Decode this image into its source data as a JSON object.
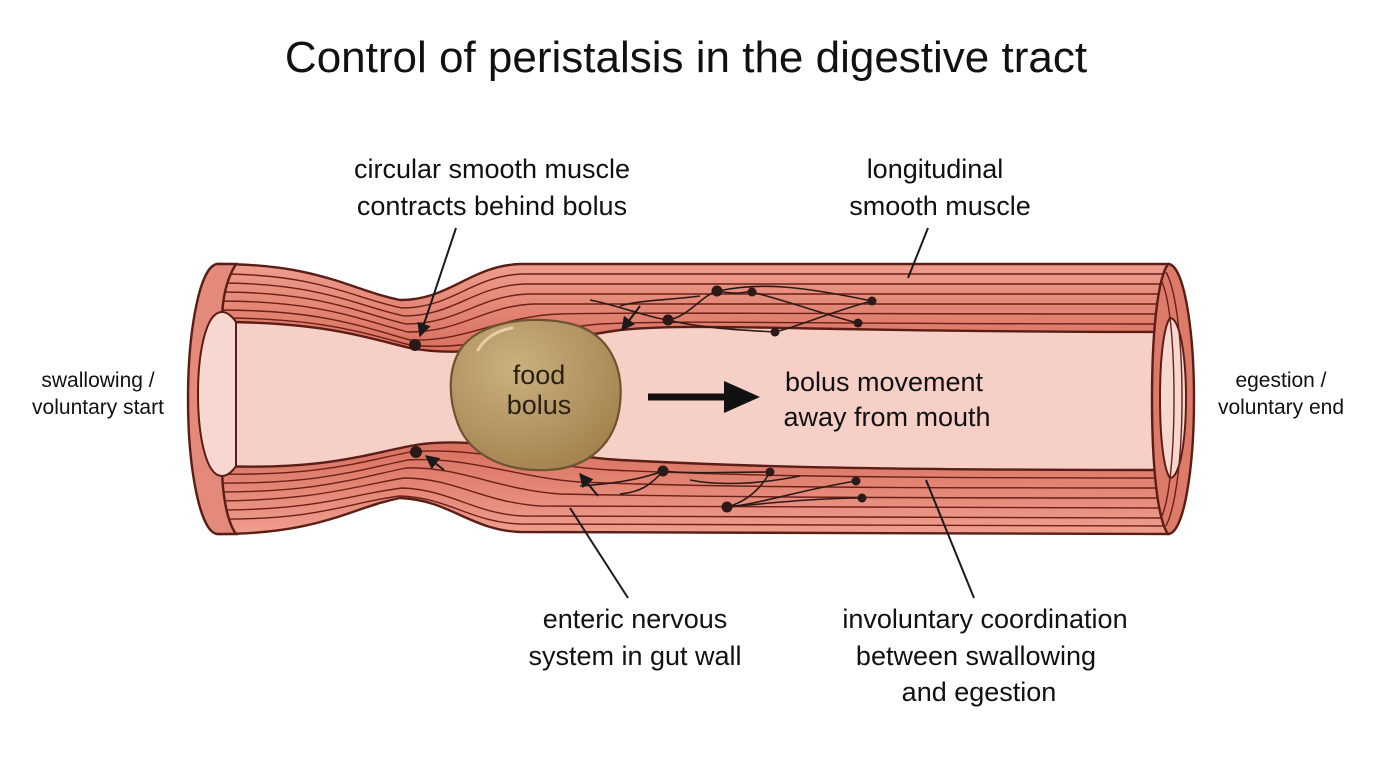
{
  "title": "Control of peristalsis in the digestive tract",
  "labels": {
    "circular_muscle": [
      "circular smooth muscle",
      "contracts behind bolus"
    ],
    "longitudinal_muscle": [
      "longitudinal",
      "smooth muscle"
    ],
    "left_end": [
      "swallowing /",
      "voluntary start"
    ],
    "right_end": [
      "egestion /",
      "voluntary end"
    ],
    "bolus": [
      "food",
      "bolus"
    ],
    "movement": [
      "bolus movement",
      "away from mouth"
    ],
    "enteric": [
      "enteric nervous",
      "system in gut wall"
    ],
    "involuntary": [
      "involuntary coordination",
      "between swallowing",
      "and egestion"
    ]
  },
  "colors": {
    "muscle": "#e48a7a",
    "muscle_dark": "#d9705f",
    "lumen": "#f6cfc6",
    "outline": "#5a1e16",
    "bolus": "#b89662",
    "bolus_edge": "#6e5330",
    "arrow": "#111111"
  }
}
